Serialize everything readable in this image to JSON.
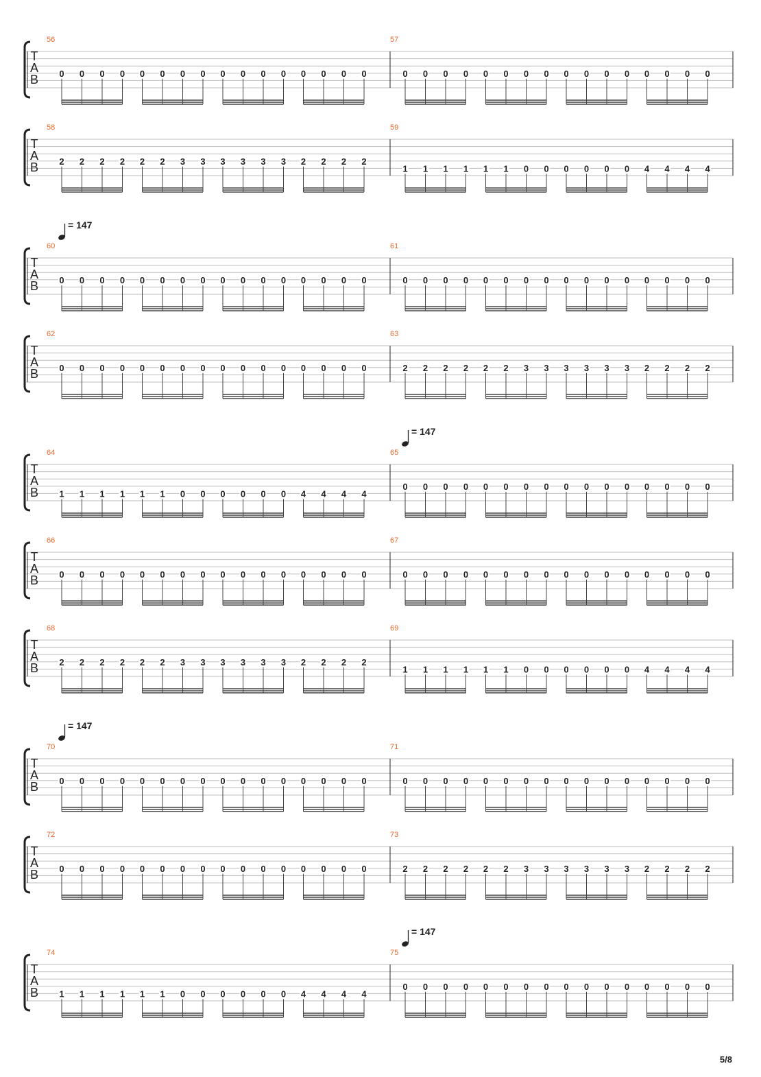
{
  "tab_clef": [
    "T",
    "A",
    "B"
  ],
  "tempo_label": "= 147",
  "page_number": "5/8",
  "systems": [
    {
      "bars": [
        {
          "number": "56",
          "string": 4,
          "frets": [
            "0",
            "0",
            "0",
            "0",
            "0",
            "0",
            "0",
            "0",
            "0",
            "0",
            "0",
            "0",
            "0",
            "0",
            "0",
            "0"
          ]
        },
        {
          "number": "57",
          "string": 4,
          "frets": [
            "0",
            "0",
            "0",
            "0",
            "0",
            "0",
            "0",
            "0",
            "0",
            "0",
            "0",
            "0",
            "0",
            "0",
            "0",
            "0"
          ]
        }
      ]
    },
    {
      "bars": [
        {
          "number": "58",
          "string": 4,
          "frets": [
            "2",
            "2",
            "2",
            "2",
            "2",
            "2",
            "3",
            "3",
            "3",
            "3",
            "3",
            "3",
            "2",
            "2",
            "2",
            "2"
          ]
        },
        {
          "number": "59",
          "string": 5,
          "frets": [
            "1",
            "1",
            "1",
            "1",
            "1",
            "1",
            "0",
            "0",
            "0",
            "0",
            "0",
            "0",
            "4",
            "4",
            "4",
            "4"
          ]
        }
      ]
    },
    {
      "tempo": {
        "bar": 0
      },
      "bars": [
        {
          "number": "60",
          "string": 4,
          "frets": [
            "0",
            "0",
            "0",
            "0",
            "0",
            "0",
            "0",
            "0",
            "0",
            "0",
            "0",
            "0",
            "0",
            "0",
            "0",
            "0"
          ]
        },
        {
          "number": "61",
          "string": 4,
          "frets": [
            "0",
            "0",
            "0",
            "0",
            "0",
            "0",
            "0",
            "0",
            "0",
            "0",
            "0",
            "0",
            "0",
            "0",
            "0",
            "0"
          ]
        }
      ]
    },
    {
      "bars": [
        {
          "number": "62",
          "string": 4,
          "frets": [
            "0",
            "0",
            "0",
            "0",
            "0",
            "0",
            "0",
            "0",
            "0",
            "0",
            "0",
            "0",
            "0",
            "0",
            "0",
            "0"
          ]
        },
        {
          "number": "63",
          "string": 4,
          "frets": [
            "2",
            "2",
            "2",
            "2",
            "2",
            "2",
            "3",
            "3",
            "3",
            "3",
            "3",
            "3",
            "2",
            "2",
            "2",
            "2"
          ]
        }
      ]
    },
    {
      "tempo": {
        "bar": 1
      },
      "bars": [
        {
          "number": "64",
          "string": 5,
          "frets": [
            "1",
            "1",
            "1",
            "1",
            "1",
            "1",
            "0",
            "0",
            "0",
            "0",
            "0",
            "0",
            "4",
            "4",
            "4",
            "4"
          ]
        },
        {
          "number": "65",
          "string": 4,
          "frets": [
            "0",
            "0",
            "0",
            "0",
            "0",
            "0",
            "0",
            "0",
            "0",
            "0",
            "0",
            "0",
            "0",
            "0",
            "0",
            "0"
          ]
        }
      ]
    },
    {
      "bars": [
        {
          "number": "66",
          "string": 4,
          "frets": [
            "0",
            "0",
            "0",
            "0",
            "0",
            "0",
            "0",
            "0",
            "0",
            "0",
            "0",
            "0",
            "0",
            "0",
            "0",
            "0"
          ]
        },
        {
          "number": "67",
          "string": 4,
          "frets": [
            "0",
            "0",
            "0",
            "0",
            "0",
            "0",
            "0",
            "0",
            "0",
            "0",
            "0",
            "0",
            "0",
            "0",
            "0",
            "0"
          ]
        }
      ]
    },
    {
      "bars": [
        {
          "number": "68",
          "string": 4,
          "frets": [
            "2",
            "2",
            "2",
            "2",
            "2",
            "2",
            "3",
            "3",
            "3",
            "3",
            "3",
            "3",
            "2",
            "2",
            "2",
            "2"
          ]
        },
        {
          "number": "69",
          "string": 5,
          "frets": [
            "1",
            "1",
            "1",
            "1",
            "1",
            "1",
            "0",
            "0",
            "0",
            "0",
            "0",
            "0",
            "4",
            "4",
            "4",
            "4"
          ]
        }
      ]
    },
    {
      "tempo": {
        "bar": 0
      },
      "bars": [
        {
          "number": "70",
          "string": 4,
          "frets": [
            "0",
            "0",
            "0",
            "0",
            "0",
            "0",
            "0",
            "0",
            "0",
            "0",
            "0",
            "0",
            "0",
            "0",
            "0",
            "0"
          ]
        },
        {
          "number": "71",
          "string": 4,
          "frets": [
            "0",
            "0",
            "0",
            "0",
            "0",
            "0",
            "0",
            "0",
            "0",
            "0",
            "0",
            "0",
            "0",
            "0",
            "0",
            "0"
          ]
        }
      ]
    },
    {
      "bars": [
        {
          "number": "72",
          "string": 4,
          "frets": [
            "0",
            "0",
            "0",
            "0",
            "0",
            "0",
            "0",
            "0",
            "0",
            "0",
            "0",
            "0",
            "0",
            "0",
            "0",
            "0"
          ]
        },
        {
          "number": "73",
          "string": 4,
          "frets": [
            "2",
            "2",
            "2",
            "2",
            "2",
            "2",
            "3",
            "3",
            "3",
            "3",
            "3",
            "3",
            "2",
            "2",
            "2",
            "2"
          ]
        }
      ]
    },
    {
      "tempo": {
        "bar": 1
      },
      "bars": [
        {
          "number": "74",
          "string": 5,
          "frets": [
            "1",
            "1",
            "1",
            "1",
            "1",
            "1",
            "0",
            "0",
            "0",
            "0",
            "0",
            "0",
            "4",
            "4",
            "4",
            "4"
          ]
        },
        {
          "number": "75",
          "string": 4,
          "frets": [
            "0",
            "0",
            "0",
            "0",
            "0",
            "0",
            "0",
            "0",
            "0",
            "0",
            "0",
            "0",
            "0",
            "0",
            "0",
            "0"
          ]
        }
      ]
    }
  ]
}
